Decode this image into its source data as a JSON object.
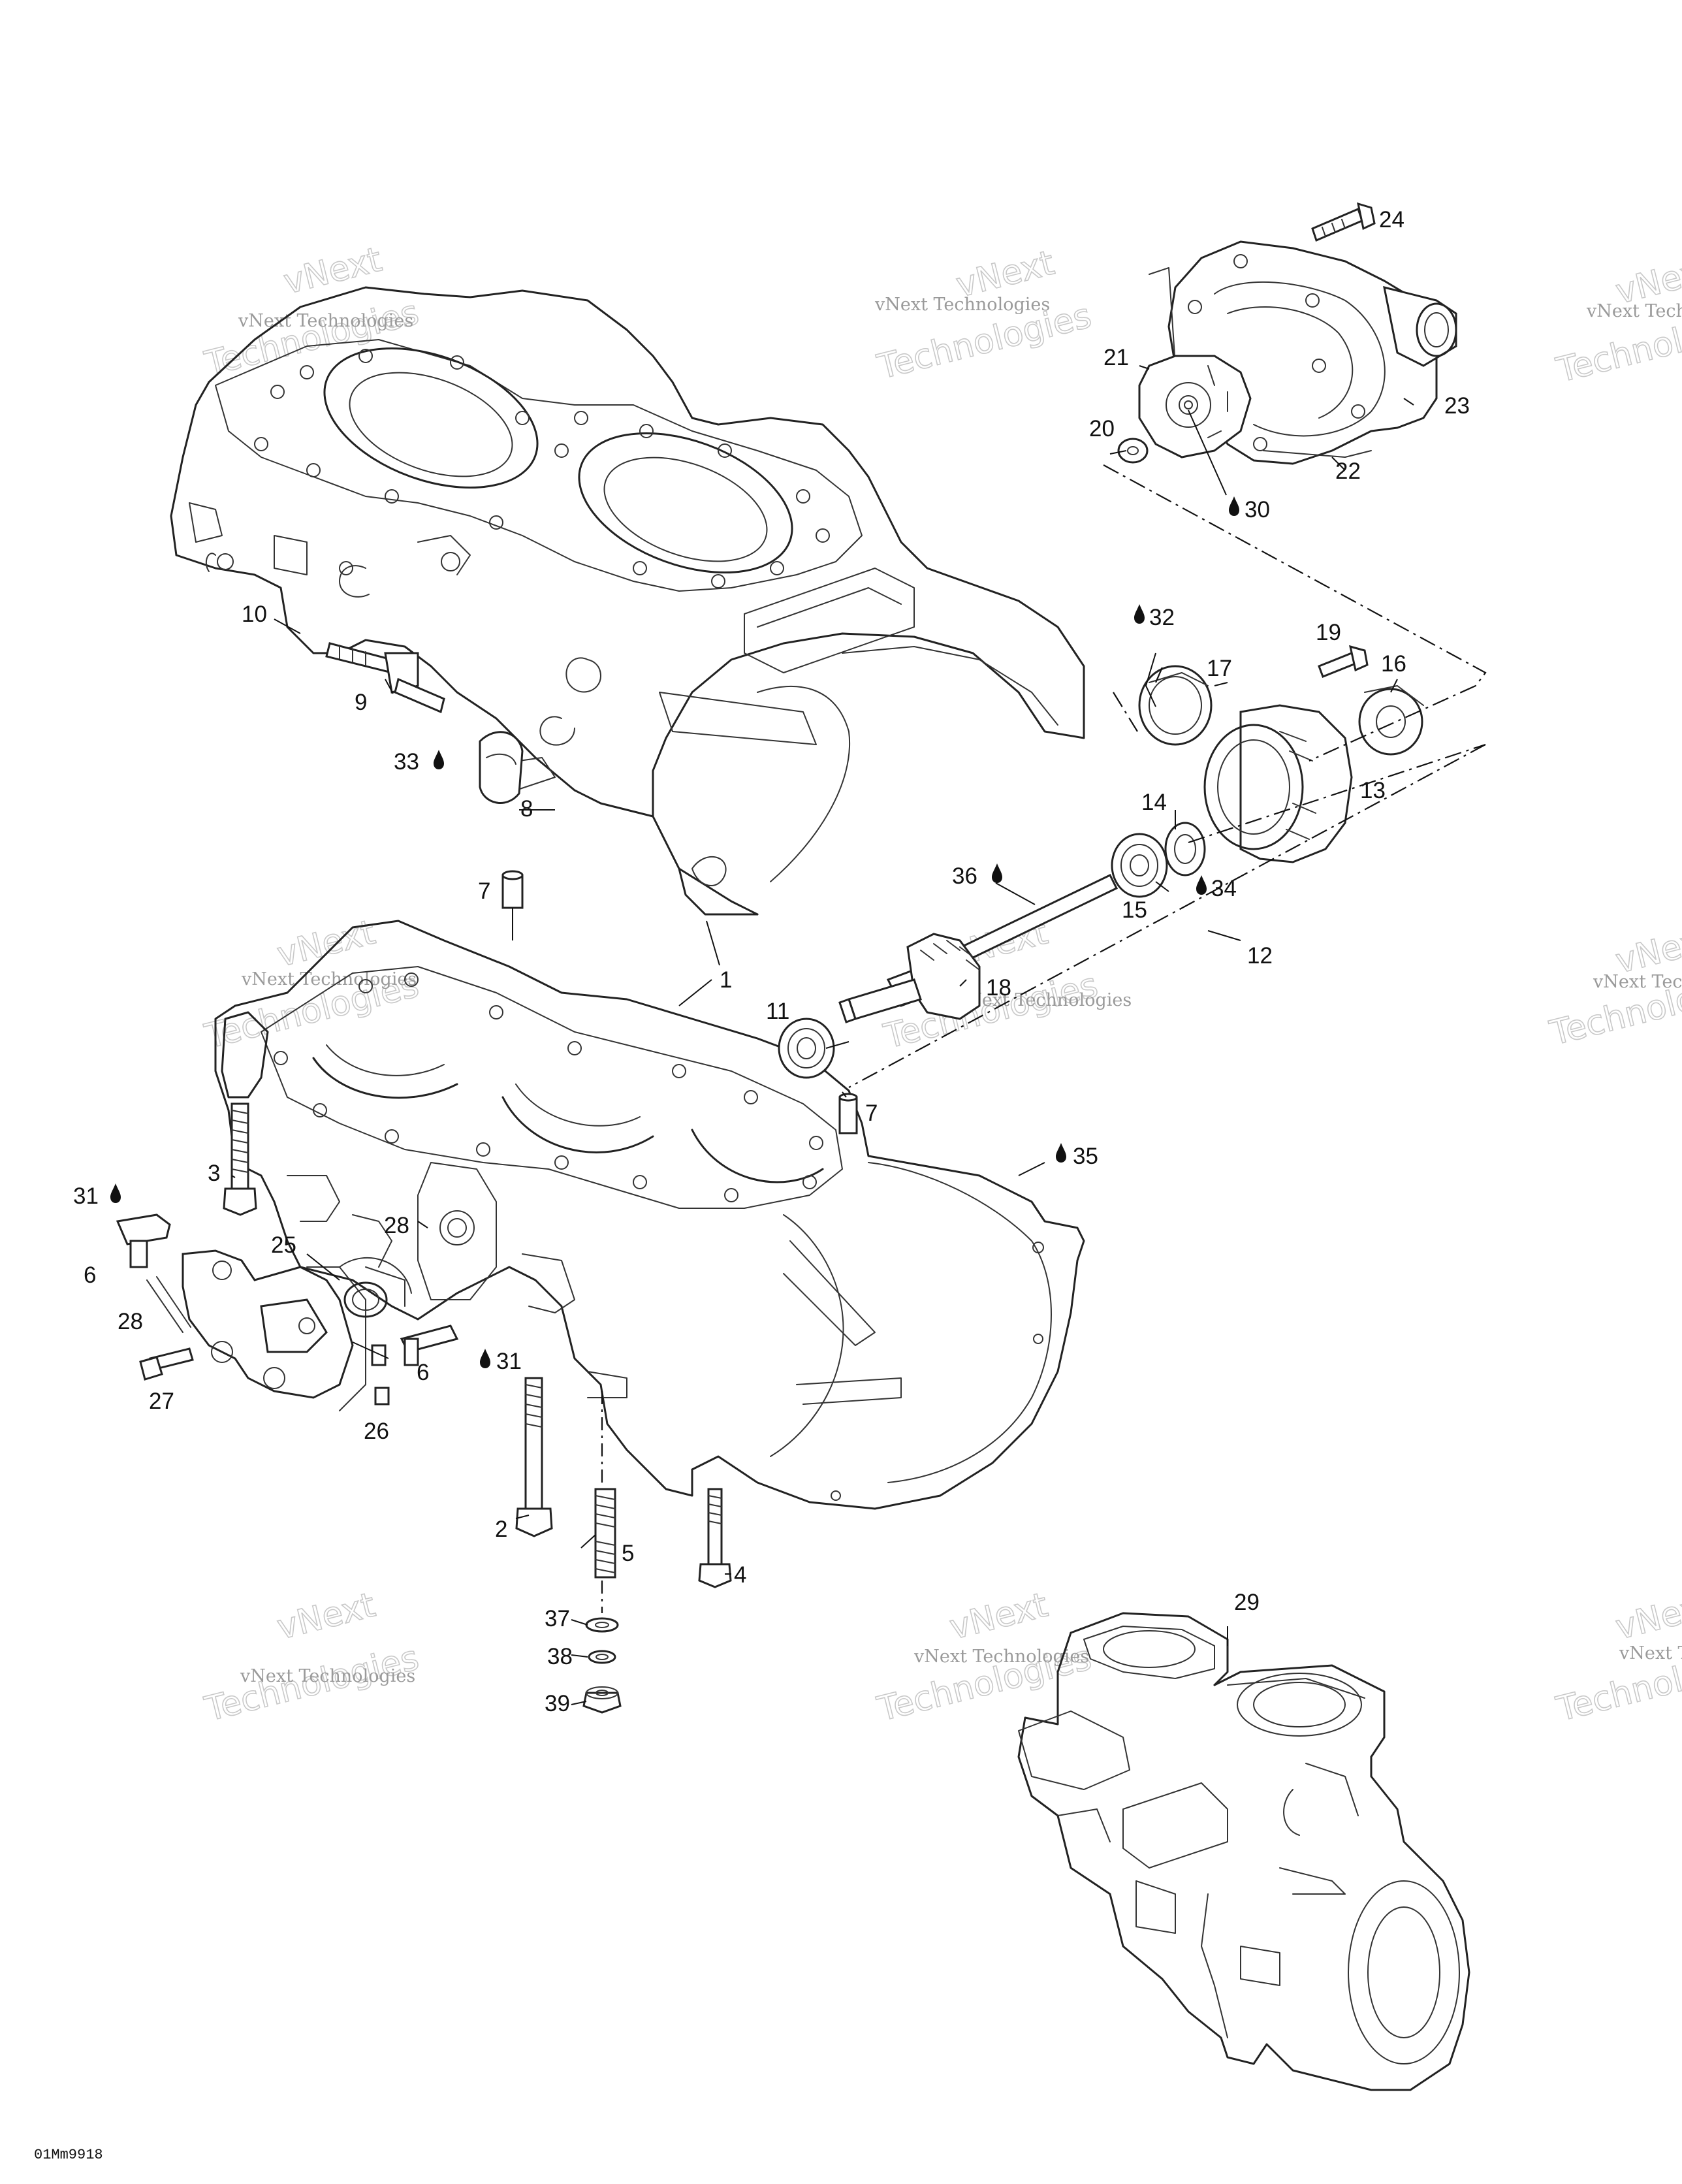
{
  "diagram": {
    "labels": [
      "1",
      "2",
      "3",
      "4",
      "5",
      "6",
      "6",
      "7",
      "7",
      "8",
      "9",
      "10",
      "11",
      "12",
      "13",
      "14",
      "15",
      "16",
      "17",
      "18",
      "19",
      "20",
      "21",
      "22",
      "23",
      "24",
      "25",
      "26",
      "27",
      "28",
      "28",
      "29",
      "30",
      "31",
      "31",
      "32",
      "33",
      "34",
      "35",
      "36",
      "37",
      "38",
      "39"
    ],
    "drawing_code": "01Mm9918",
    "watermark": {
      "small": "vNext Technologies",
      "big_top": "vNext",
      "big_bottom": "Technologies"
    }
  }
}
